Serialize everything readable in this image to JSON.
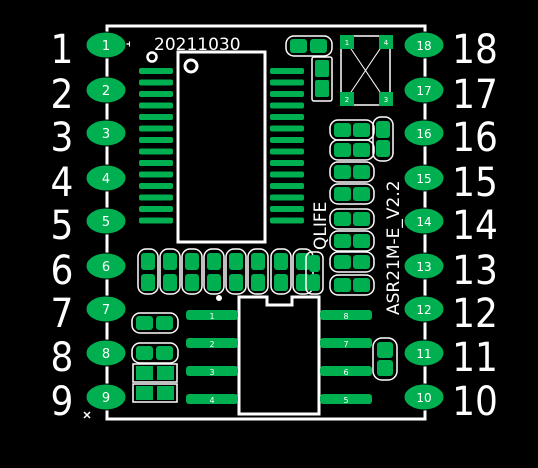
{
  "board": {
    "date_label": "20211030",
    "brand_label": "QLIFE",
    "model_label": "ASR21M-E_V2.2",
    "silk_marker": "1",
    "colors": {
      "background": "#000000",
      "silkscreen": "#ffffff",
      "copper": "#00b050",
      "pad_label": "#ffffff"
    }
  },
  "left_pins": [
    "1",
    "2",
    "3",
    "4",
    "5",
    "6",
    "7",
    "8",
    "9"
  ],
  "right_pins": [
    "18",
    "17",
    "16",
    "15",
    "14",
    "13",
    "12",
    "11",
    "10"
  ],
  "sop8_pins_left": [
    "1",
    "2",
    "3",
    "4"
  ],
  "sop8_pins_right": [
    "8",
    "7",
    "6",
    "5"
  ],
  "crystal_pins": [
    "1",
    "4",
    "2",
    "3"
  ]
}
